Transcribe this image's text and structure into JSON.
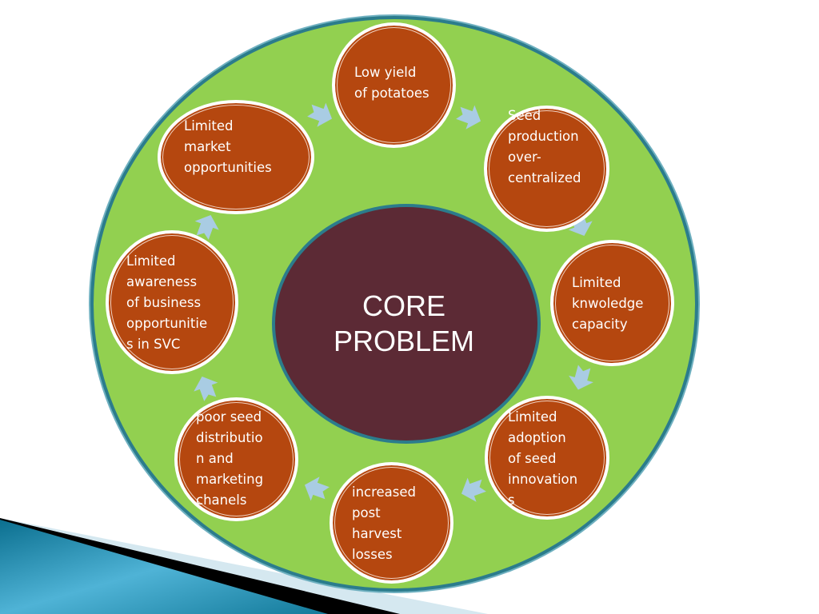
{
  "core": {
    "line1": "CORE",
    "line2": "PROBLEM"
  },
  "nodes": [
    {
      "text": "Low yield\nof potatoes"
    },
    {
      "text": "Seed\nproduction\nover-\ncentralized"
    },
    {
      "text": "Limited\nknwoledge\ncapacity"
    },
    {
      "text": "Limited\nadoption\nof seed\ninnovation\ns"
    },
    {
      "text": "increased\npost\nharvest\nlosses"
    },
    {
      "text": "poor seed\ndistributio\nn and\nmarketing\nchanels"
    },
    {
      "text": "Limited\nawareness\nof business\nopportunitie\ns in SVC"
    },
    {
      "text": "Limited\nmarket\nopportunities"
    }
  ],
  "colors": {
    "outer": "#92d050",
    "core": "#5c2a35",
    "node": "#b5470f",
    "arrow": "#a9cce3",
    "border": "#2b7c8c"
  }
}
